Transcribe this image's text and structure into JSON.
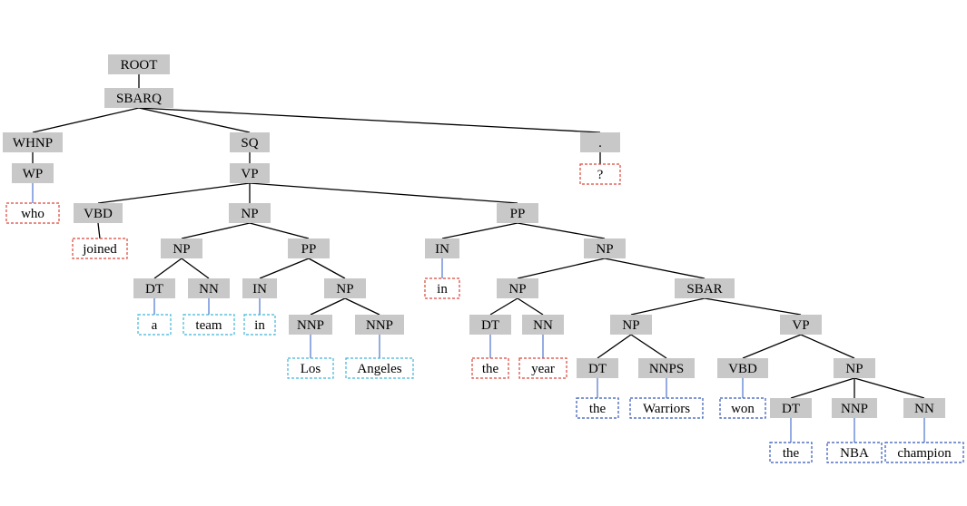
{
  "colors": {
    "tag_fill": "#c8c8c8",
    "edge": "#000000",
    "leaf_blue_line": "#5b7fd1",
    "word_red": "#d9463a",
    "word_cyan": "#3fb3d9",
    "word_navy": "#3457b8"
  },
  "tags": {
    "root": "ROOT",
    "sbarq": "SBARQ",
    "whnp": "WHNP",
    "wp": "WP",
    "sq": "SQ",
    "vp1": "VP",
    "vbd1": "VBD",
    "np1": "NP",
    "pp1": "PP",
    "punct": ".",
    "np2": "NP",
    "pp2": "PP",
    "dt1": "DT",
    "nn1": "NN",
    "in1": "IN",
    "np3": "NP",
    "nnp1": "NNP",
    "nnp2": "NNP",
    "in2": "IN",
    "np4": "NP",
    "np5": "NP",
    "sbar": "SBAR",
    "dt2": "DT",
    "nn2": "NN",
    "np6": "NP",
    "vp2": "VP",
    "dt3": "DT",
    "nnps": "NNPS",
    "vbd2": "VBD",
    "np7": "NP",
    "dt4": "DT",
    "nnp3": "NNP",
    "nn3": "NN"
  },
  "words": {
    "who": "who",
    "q": "?",
    "joined": "joined",
    "a": "a",
    "team": "team",
    "in1": "in",
    "los": "Los",
    "angeles": "Angeles",
    "in2": "in",
    "the1": "the",
    "year": "year",
    "the2": "the",
    "warriors": "Warriors",
    "won": "won",
    "the3": "the",
    "nba": "NBA",
    "champion": "champion"
  }
}
